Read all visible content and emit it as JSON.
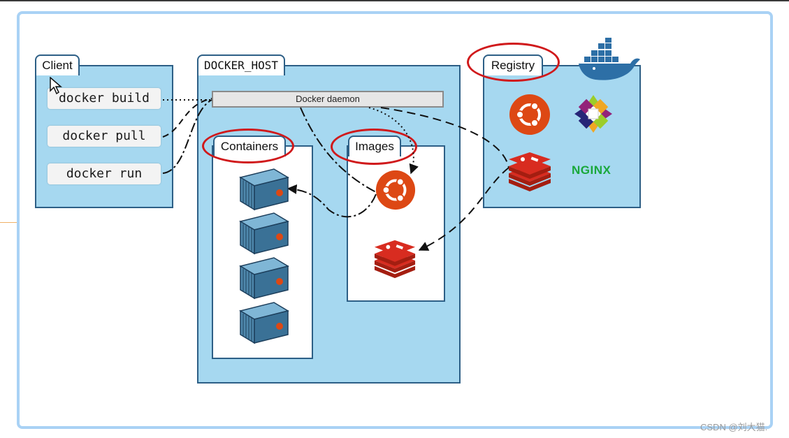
{
  "client": {
    "title": "Client",
    "commands": [
      "docker build",
      "docker pull",
      "docker run"
    ]
  },
  "docker_host": {
    "title": "DOCKER_HOST",
    "daemon_label": "Docker daemon",
    "containers_label": "Containers",
    "images_label": "Images"
  },
  "registry": {
    "title": "Registry",
    "nginx_label": "NGINX"
  },
  "icons": {
    "docker": "docker-whale-icon",
    "ubuntu": "ubuntu-icon",
    "centos": "centos-icon",
    "redis": "redis-icon",
    "container": "container-icon",
    "cursor": "mouse-cursor-icon"
  },
  "colors": {
    "panel_fill": "#a6d8f0",
    "panel_border": "#2d5f86",
    "highlight_ellipse": "#d0191b",
    "ubuntu_orange": "#dd4814",
    "redis_red": "#c6302b",
    "nginx_green": "#19a83a"
  },
  "watermark": "CSDN @刘大猫."
}
